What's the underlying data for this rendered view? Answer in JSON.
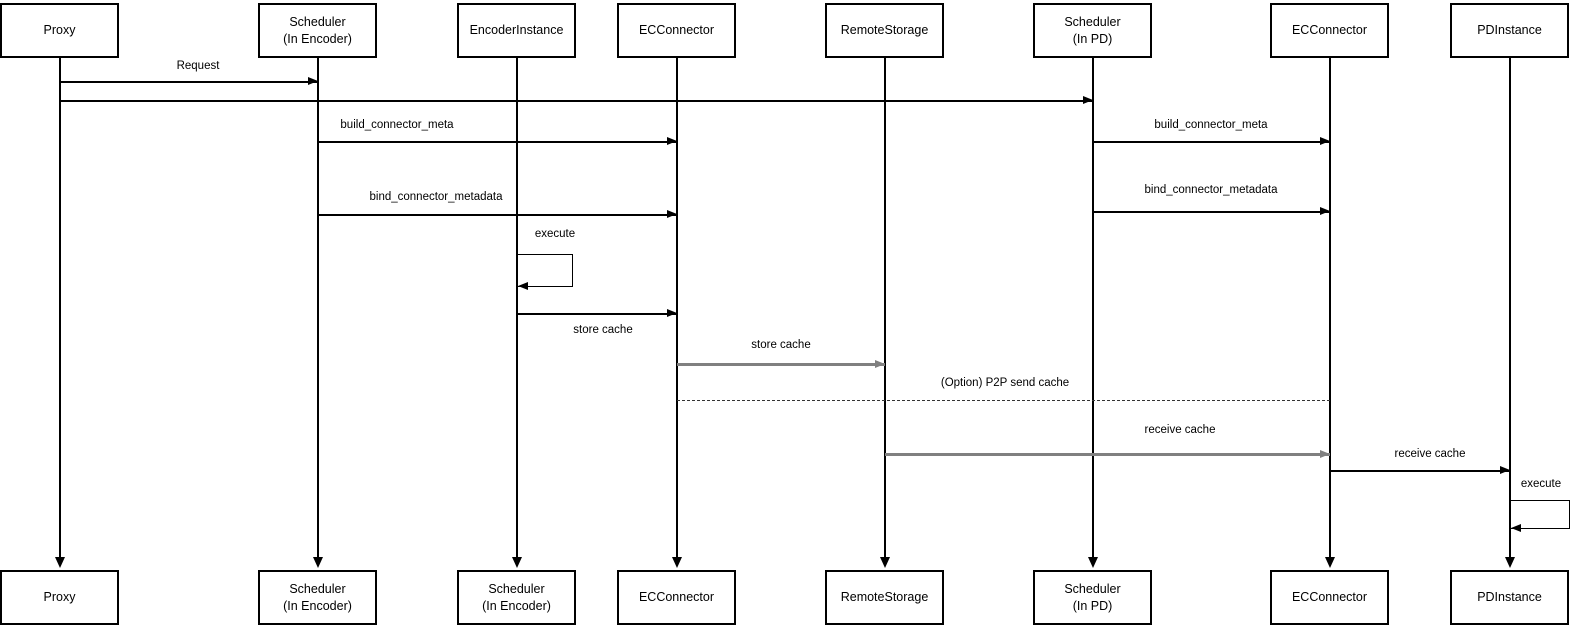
{
  "diagram": {
    "type": "uml-sequence-diagram",
    "background": "#ffffff",
    "colors": {
      "line": "#000000",
      "thick_arrow": "#808080",
      "dashed_line": "#333333",
      "text": "#000000",
      "box_border": "#000000",
      "box_fill": "#ffffff"
    },
    "participants": [
      {
        "id": "proxy",
        "top": "Proxy",
        "bottom": "Proxy"
      },
      {
        "id": "scheduler-encoder",
        "top": "Scheduler\n(In Encoder)",
        "bottom": "Scheduler\n(In Encoder)"
      },
      {
        "id": "encoder-instance",
        "top": "EncoderInstance",
        "bottom": "Scheduler\n(In Encoder)"
      },
      {
        "id": "ec-connector-encoder",
        "top": "ECConnector",
        "bottom": "ECConnector"
      },
      {
        "id": "remote-storage",
        "top": "RemoteStorage",
        "bottom": "RemoteStorage"
      },
      {
        "id": "scheduler-pd",
        "top": "Scheduler\n(In PD)",
        "bottom": "Scheduler\n(In PD)"
      },
      {
        "id": "ec-connector-pd",
        "top": "ECConnector",
        "bottom": "ECConnector"
      },
      {
        "id": "pd-instance",
        "top": "PDInstance",
        "bottom": "PDInstance"
      }
    ],
    "messages": [
      {
        "label": "Request",
        "from": "Proxy",
        "to": "Scheduler (In Encoder)",
        "style": "solid-arrow"
      },
      {
        "label": "",
        "from": "Proxy",
        "to": "Scheduler (In PD)",
        "style": "solid-arrow"
      },
      {
        "label": "build_connector_meta",
        "from": "Scheduler (In Encoder)",
        "to": "ECConnector",
        "style": "solid-arrow"
      },
      {
        "label": "build_connector_meta",
        "from": "Scheduler (In PD)",
        "to": "ECConnector",
        "style": "solid-arrow"
      },
      {
        "label": "bind_connector_metadata",
        "from": "Scheduler (In Encoder)",
        "to": "ECConnector",
        "style": "solid-arrow"
      },
      {
        "label": "bind_connector_metadata",
        "from": "Scheduler (In PD)",
        "to": "ECConnector",
        "style": "solid-arrow"
      },
      {
        "label": "execute",
        "from": "EncoderInstance",
        "to": "EncoderInstance",
        "style": "self-loop"
      },
      {
        "label": "store cache",
        "from": "EncoderInstance",
        "to": "ECConnector",
        "style": "solid-arrow",
        "label_position": "below"
      },
      {
        "label": "store cache",
        "from": "ECConnector",
        "to": "RemoteStorage",
        "style": "thick-gray-arrow"
      },
      {
        "label": "(Option) P2P send cache",
        "from": "ECConnector",
        "to": "ECConnector (In PD)",
        "style": "dashed-no-arrowhead"
      },
      {
        "label": "receive cache",
        "from": "RemoteStorage",
        "to": "ECConnector (In PD)",
        "style": "thick-gray-arrow"
      },
      {
        "label": "receive cache",
        "from": "ECConnector (In PD)",
        "to": "PDInstance",
        "style": "solid-arrow"
      },
      {
        "label": "execute",
        "from": "PDInstance",
        "to": "PDInstance",
        "style": "self-loop"
      }
    ]
  }
}
